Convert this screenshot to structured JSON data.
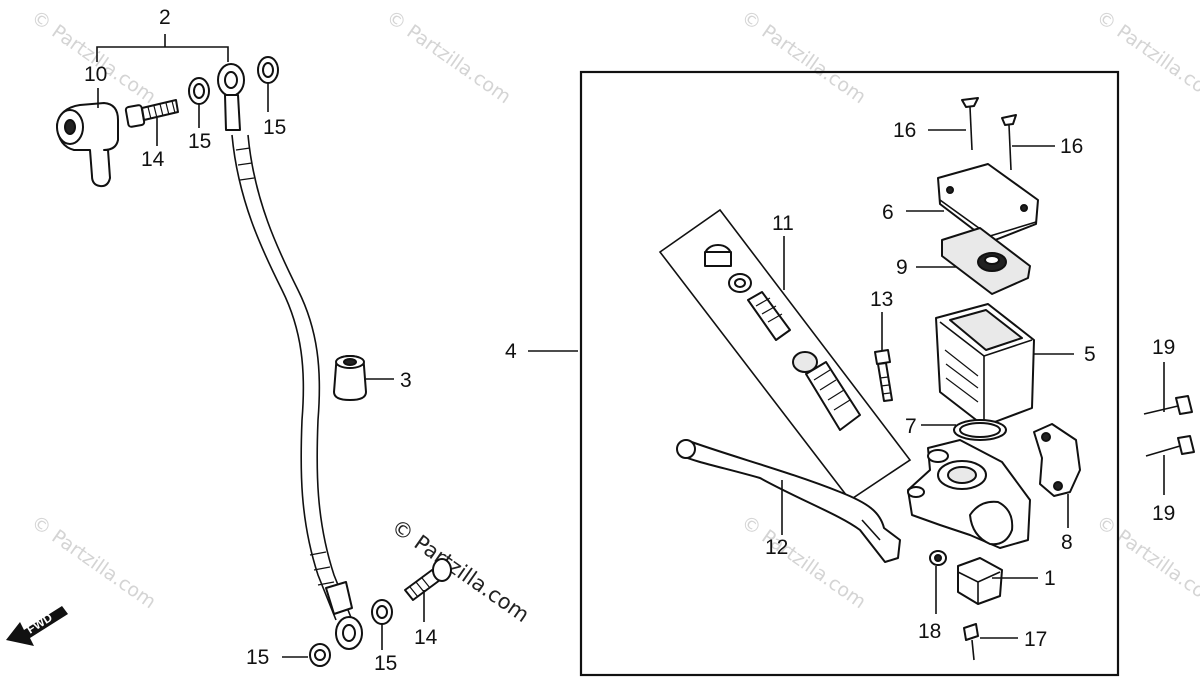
{
  "watermark": {
    "text": "© Partzilla.com"
  },
  "labels": {
    "p1": "1",
    "p2": "2",
    "p3": "3",
    "p4": "4",
    "p5": "5",
    "p6": "6",
    "p7": "7",
    "p8": "8",
    "p9": "9",
    "p10": "10",
    "p11": "11",
    "p12": "12",
    "p13": "13",
    "p14a": "14",
    "p14b": "14",
    "p15a": "15",
    "p15b": "15",
    "p15c": "15",
    "p15d": "15",
    "p16a": "16",
    "p16b": "16",
    "p17": "17",
    "p18": "18",
    "p19a": "19",
    "p19b": "19"
  },
  "fwd": {
    "text": "FWD"
  }
}
